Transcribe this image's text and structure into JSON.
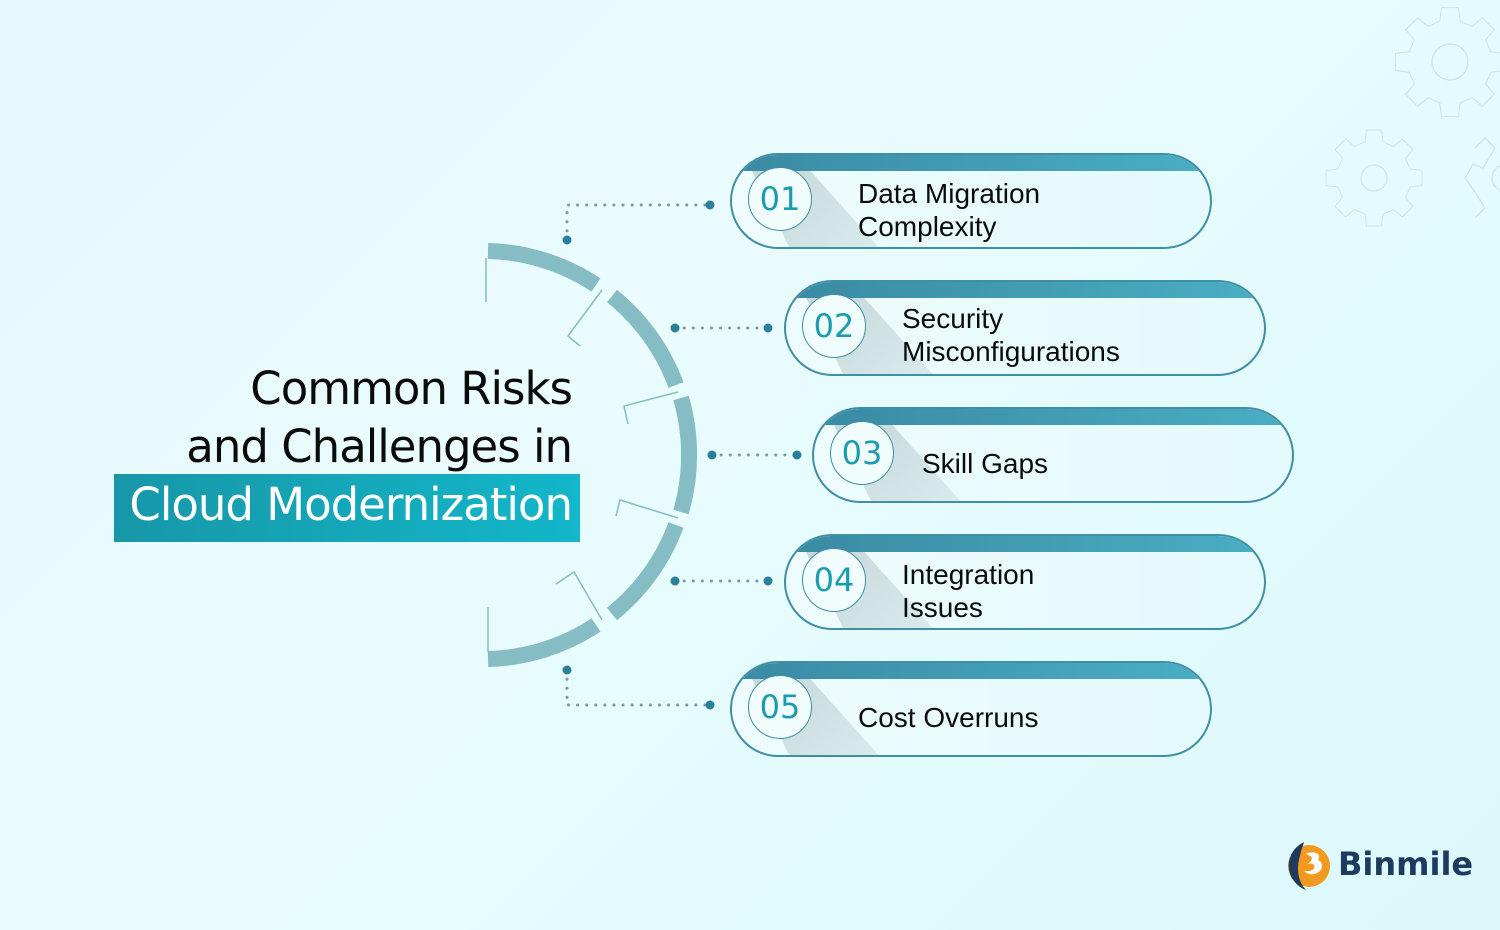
{
  "title": {
    "line1": "Common Risks",
    "line2": "and Challenges in",
    "highlight": "Cloud Modernization"
  },
  "items": [
    {
      "number": "01",
      "line1": "Data Migration",
      "line2": "Complexity"
    },
    {
      "number": "02",
      "line1": "Security",
      "line2": "Misconfigurations"
    },
    {
      "number": "03",
      "line1": "Skill Gaps",
      "line2": ""
    },
    {
      "number": "04",
      "line1": "Integration",
      "line2": "Issues"
    },
    {
      "number": "05",
      "line1": "Cost Overruns",
      "line2": ""
    }
  ],
  "brand": {
    "name": "Binmile"
  },
  "colors": {
    "accent": "#1797a8",
    "pill_bar": "#3a8aa3",
    "arc": "#86bcc3",
    "number": "#1a9cb0",
    "brand_text": "#1e3a5f",
    "brand_orange": "#f29a1f"
  }
}
